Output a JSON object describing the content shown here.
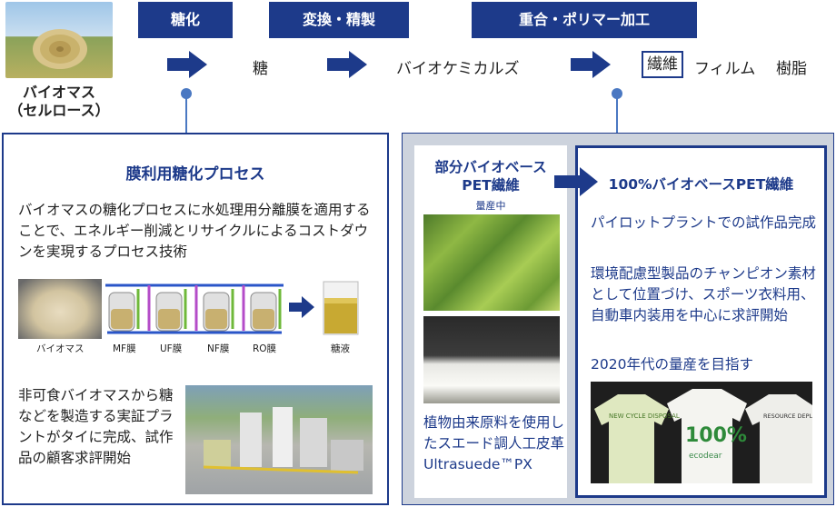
{
  "top": {
    "biomass_label_line1": "バイオマス",
    "biomass_label_line2": "（セルロース）",
    "steps": [
      {
        "label": "糖化"
      },
      {
        "label": "変換・精製"
      },
      {
        "label": "重合・ポリマー加工"
      }
    ],
    "products": {
      "sugar": "糖",
      "biochemicals": "バイオケミカルズ",
      "fiber": "繊維",
      "film": "フィルム",
      "resin": "樹脂"
    }
  },
  "left_panel": {
    "title": "膜利用糖化プロセス",
    "description": "バイオマスの糖化プロセスに水処理用分離膜を適用することで、エネルギー削減とリサイクルによるコストダウンを実現するプロセス技術",
    "process_labels": {
      "biomass": "バイオマス",
      "mf": "MF膜",
      "uf": "UF膜",
      "nf": "NF膜",
      "ro": "RO膜",
      "sugar_liquid": "糖液"
    },
    "plant_text": "非可食バイオマスから糖などを製造する実証プラントがタイに完成、試作品の顧客求評開始"
  },
  "right_panel": {
    "partial": {
      "title_line1": "部分バイオベース",
      "title_line2": "PET繊維",
      "status": "量産中",
      "caption": "植物由来原料を使用したスエード調人工皮革Ultrasuede™PX"
    },
    "full": {
      "title": "100%バイオベースPET繊維",
      "text1": "パイロットプラントでの試作品完成",
      "text2": "環境配慮型製品のチャンピオン素材として位置づけ、スポーツ衣料用、自動車内装用を中心に求評開始",
      "text3": "2020年代の量産を目指す",
      "shirt_texts": {
        "shirt1": "NEW CYCLE DISPOSAL",
        "shirt2_main": "100%",
        "shirt2_sub": "ecodear",
        "shirt3": "RESOURCE DEPLETION"
      }
    }
  },
  "colors": {
    "navy": "#1d3a8a",
    "gray_panel": "#cdd3dd",
    "connector": "#4a78c2"
  }
}
